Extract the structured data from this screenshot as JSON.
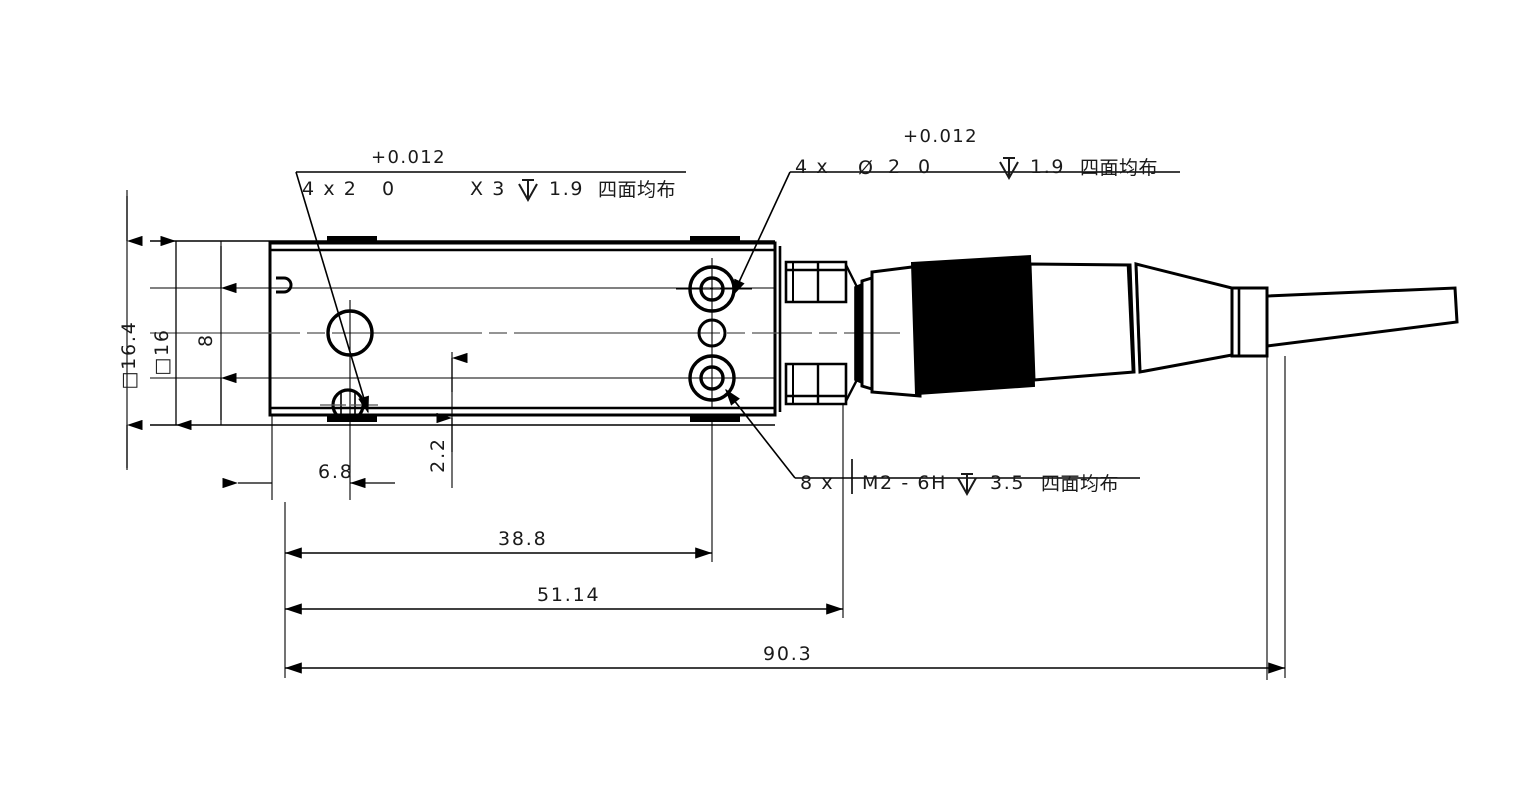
{
  "drawing": {
    "title": "Photoelectric sensor outline dimension drawing",
    "units": "mm",
    "line_color": "#000000",
    "text_color": "#1a1a1a",
    "background": "#ffffff"
  },
  "callouts": [
    {
      "id": "left-bore-callout",
      "tolerance": "+0.012",
      "lower_tolerance": "0",
      "text_pre": "4 x 2",
      "text_mid": "0",
      "text_post": "X 3",
      "depth_symbol": "depth-icon",
      "depth_value": "1.9",
      "note_cn": "四面均布",
      "full_text": "4 x 2 +0.012 0 X 3 ▼ 1.9四面均布"
    },
    {
      "id": "right-bore-callout",
      "tolerance": "+0.012",
      "lower_tolerance": "0",
      "text_pre": "4 x",
      "diameter_symbol": "Ø",
      "text_mid": "2",
      "text_post": "0",
      "depth_symbol": "depth-icon",
      "depth_value": "1.9",
      "note_cn": "四面均布",
      "full_text": "4 x Ø 2 +0.012 0 ▼ 1.9四面均布"
    },
    {
      "id": "thread-callout",
      "count": "8 x",
      "thread": "M2 - 6H",
      "depth_symbol": "depth-icon",
      "depth_value": "3.5",
      "note_cn": "四面均布",
      "full_text": "8 x M2 - 6H ▼ 3.5四面均布"
    }
  ],
  "dimensions": {
    "vertical": [
      {
        "id": "dim-16-4",
        "label": "□16.4",
        "square_symbol": "□",
        "value": "16.4"
      },
      {
        "id": "dim-16",
        "label": "□16",
        "square_symbol": "□",
        "value": "16"
      },
      {
        "id": "dim-8",
        "label": "8",
        "value": "8"
      },
      {
        "id": "dim-2-2",
        "label": "2.2",
        "value": "2.2"
      }
    ],
    "horizontal": [
      {
        "id": "dim-6-8",
        "label": "6.8",
        "value": "6.8"
      },
      {
        "id": "dim-38-8",
        "label": "38.8",
        "value": "38.8"
      },
      {
        "id": "dim-51-14",
        "label": "51.14",
        "value": "51.14"
      },
      {
        "id": "dim-90-3",
        "label": "90.3",
        "value": "90.3"
      }
    ]
  },
  "symbols": {
    "depth": "depth-icon",
    "diameter": "Ø",
    "square": "□"
  }
}
